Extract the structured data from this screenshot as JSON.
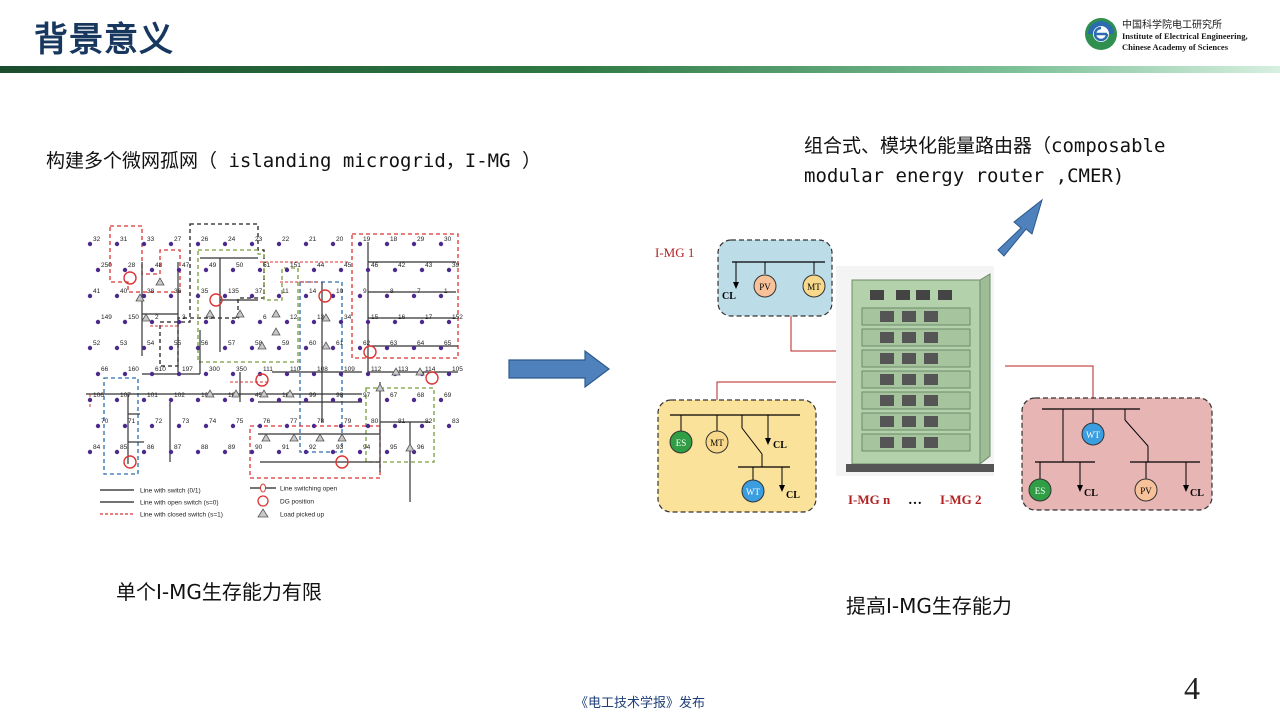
{
  "header": {
    "title": "背景意义",
    "logo_cn": "中国科学院电工研究所",
    "logo_en_1": "Institute of Electrical Engineering,",
    "logo_en_2": "Chinese Academy of Sciences"
  },
  "left": {
    "heading": "构建多个微网孤网（ islanding microgrid，I-MG ）",
    "caption": "单个I-MG生存能力有限",
    "legend": {
      "switch": "Line with switch (0/1)",
      "open_switch": "Line with open switch (s=0)",
      "closed_switch": "Line with closed switch (s=1)",
      "switching_open": "Line switching open",
      "dg": "DG position",
      "load": "Load picked up"
    },
    "nodes": [
      "32",
      "31",
      "33",
      "27",
      "26",
      "24",
      "23",
      "22",
      "21",
      "20",
      "19",
      "18",
      "29",
      "30",
      "250",
      "28",
      "48",
      "47",
      "49",
      "50",
      "51",
      "151",
      "44",
      "45",
      "46",
      "42",
      "43",
      "39",
      "41",
      "40",
      "38",
      "36",
      "35",
      "135",
      "37",
      "11",
      "14",
      "10",
      "9",
      "8",
      "7",
      "1",
      "149",
      "150",
      "2",
      "3",
      "5",
      "4",
      "6",
      "12",
      "13",
      "34",
      "15",
      "16",
      "17",
      "152",
      "52",
      "53",
      "54",
      "55",
      "56",
      "57",
      "58",
      "59",
      "60",
      "61",
      "62",
      "63",
      "64",
      "65",
      "66",
      "160",
      "610",
      "197",
      "300",
      "350",
      "111",
      "110",
      "108",
      "109",
      "112",
      "113",
      "114",
      "105",
      "106",
      "107",
      "101",
      "102",
      "103",
      "104",
      "450",
      "100",
      "99",
      "98",
      "97",
      "67",
      "68",
      "69",
      "70",
      "71",
      "72",
      "73",
      "74",
      "75",
      "76",
      "77",
      "78",
      "79",
      "80",
      "81",
      "82",
      "83",
      "84",
      "85",
      "86",
      "87",
      "88",
      "89",
      "90",
      "91",
      "92",
      "93",
      "94",
      "95",
      "96"
    ]
  },
  "right": {
    "heading_line1": "组合式、模块化能量路由器（composable",
    "heading_line2": "modular energy router ,CMER)",
    "caption": "提高I-MG生存能力",
    "mg1_label": "I-MG 1",
    "mgn_label": "I-MG n",
    "ellipsis": "…",
    "mg2_label": "I-MG 2",
    "units": {
      "pv": "PV",
      "mt": "MT",
      "cl": "CL",
      "es": "ES",
      "wt": "WT"
    }
  },
  "colors": {
    "title": "#17375e",
    "arrow_blue": "#4f81bd",
    "mg1_fill": "#bcdde8",
    "mgn_fill": "#fbe29a",
    "mg2_fill": "#e8b5b5",
    "pv_fill": "#f7c29a",
    "mt_fill": "#f8d88a",
    "es_fill": "#2f9e44",
    "wt_fill": "#3a9ee0",
    "cabinet": "#a9c8a2"
  },
  "footer": {
    "text": "《电工技术学报》发布",
    "page_number": "4"
  }
}
